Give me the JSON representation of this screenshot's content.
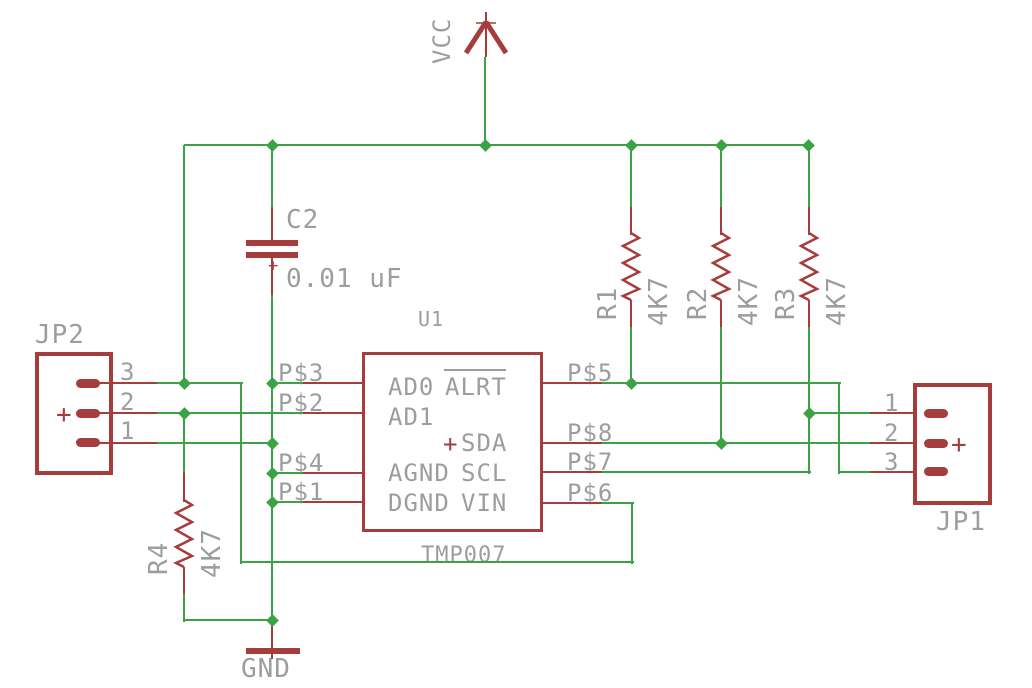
{
  "colors": {
    "wire": "#3ca344",
    "component": "#a43d3b",
    "text": "#9d9d9d",
    "background": "#ffffff"
  },
  "power": {
    "vcc": "VCC",
    "gnd": "GND"
  },
  "capacitor": {
    "name": "C2",
    "value": "0.01 uF",
    "polarity": "+"
  },
  "ic": {
    "designator": "U1",
    "part": "TMP007",
    "pins": {
      "ad0": "AD0",
      "alrt": "ALRT",
      "ad1": "AD1",
      "sda": "SDA",
      "agnd": "AGND",
      "scl": "SCL",
      "dgnd": "DGND",
      "vin": "VIN"
    },
    "sda_polarity": "+",
    "ports": {
      "p3": "P$3",
      "p2": "P$2",
      "p4": "P$4",
      "p1": "P$1",
      "p5": "P$5",
      "p8": "P$8",
      "p7": "P$7",
      "p6": "P$6"
    }
  },
  "resistors": [
    {
      "name": "R1",
      "value": "4K7"
    },
    {
      "name": "R2",
      "value": "4K7"
    },
    {
      "name": "R3",
      "value": "4K7"
    },
    {
      "name": "R4",
      "value": "4K7"
    }
  ],
  "connectors": {
    "jp2": {
      "name": "JP2",
      "pins": [
        "3",
        "2",
        "1"
      ],
      "polarity": "+"
    },
    "jp1": {
      "name": "JP1",
      "pins": [
        "1",
        "2",
        "3"
      ],
      "polarity": "+"
    }
  }
}
